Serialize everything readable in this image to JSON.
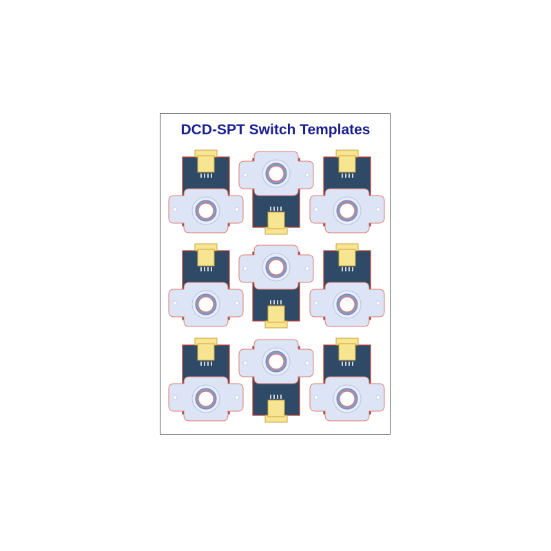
{
  "sheet": {
    "title": "DCD-SPT Switch Templates",
    "title_color": "#1a1f8f"
  },
  "colors": {
    "board": "#2e4a66",
    "board_edge": "#c63a2a",
    "connector": "#f7e592",
    "connector_edge": "#c8a23a",
    "flange": "#dde4f6",
    "flange_edge": "#e07a6a",
    "hole_ring": "#8a99c4",
    "hole_center": "#ffffff"
  },
  "templates": [
    {
      "row": 1,
      "col": 1,
      "orientation": "connector-top"
    },
    {
      "row": 1,
      "col": 2,
      "orientation": "connector-bottom"
    },
    {
      "row": 1,
      "col": 3,
      "orientation": "connector-top"
    },
    {
      "row": 2,
      "col": 1,
      "orientation": "connector-top"
    },
    {
      "row": 2,
      "col": 2,
      "orientation": "connector-bottom"
    },
    {
      "row": 2,
      "col": 3,
      "orientation": "connector-top"
    },
    {
      "row": 3,
      "col": 1,
      "orientation": "connector-top"
    },
    {
      "row": 3,
      "col": 2,
      "orientation": "connector-bottom"
    },
    {
      "row": 3,
      "col": 3,
      "orientation": "connector-top"
    }
  ]
}
